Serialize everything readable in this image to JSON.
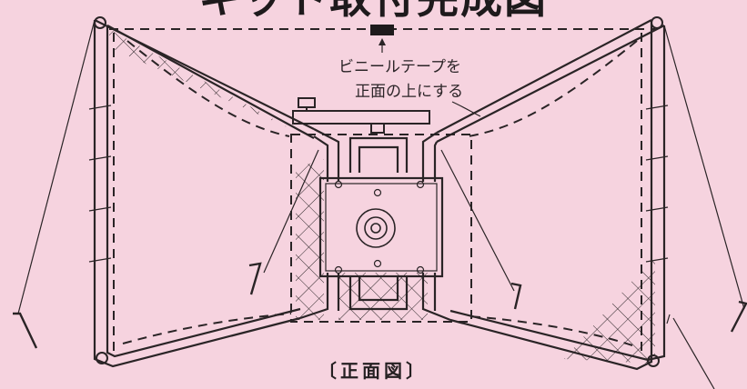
{
  "diagram": {
    "title": "キット取付完成図",
    "note_line1": "ビニールテープを",
    "note_line2": "正面の上にする",
    "caption": "〔正面図〕"
  },
  "colors": {
    "background": "#f6d3df",
    "ink": "#2a2426"
  }
}
